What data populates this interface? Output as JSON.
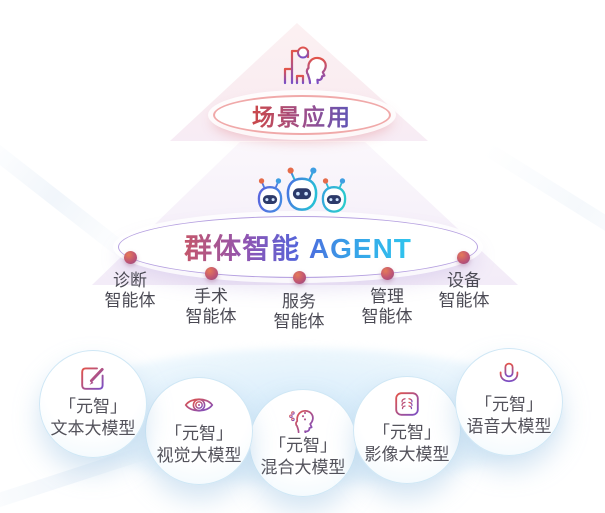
{
  "layers": {
    "scene": {
      "label": "场景应用",
      "icon": "hospital-person-icon"
    },
    "swarm": {
      "label": "群体智能 AGENT",
      "icon": "robot-trio-icon"
    }
  },
  "agents": [
    {
      "name": "诊断",
      "suffix": "智能体"
    },
    {
      "name": "手术",
      "suffix": "智能体"
    },
    {
      "name": "服务",
      "suffix": "智能体"
    },
    {
      "name": "管理",
      "suffix": "智能体"
    },
    {
      "name": "设备",
      "suffix": "智能体"
    }
  ],
  "models": [
    {
      "brand": "「元智」",
      "name": "文本大模型",
      "icon": "compose-pen-icon"
    },
    {
      "brand": "「元智」",
      "name": "视觉大模型",
      "icon": "eye-icon"
    },
    {
      "brand": "「元智」",
      "name": "混合大模型",
      "icon": "head-circuit-icon"
    },
    {
      "brand": "「元智」",
      "name": "影像大模型",
      "icon": "xray-scan-icon"
    },
    {
      "brand": "「元智」",
      "name": "语音大模型",
      "icon": "microphone-icon"
    }
  ],
  "colors": {
    "scene_text_gradient": [
      "#c8494e",
      "#9b4f8e",
      "#5c55b8"
    ],
    "swarm_text_gradient": [
      "#c5566a",
      "#8e55b4",
      "#4f66dd",
      "#2fc6ee"
    ],
    "icon_gradient": [
      "#e2544a",
      "#7a4fc6"
    ],
    "robot_gradient": [
      "#5b63de",
      "#28bdd6",
      "#2bc9cd"
    ],
    "scene_ring": "#f0a9a9",
    "swarm_ring": "#b5a0e0",
    "node_dot": "#b85a76",
    "agent_text": "#4b4a54",
    "model_text": "#53525b",
    "model_ring": "#cfe7f5",
    "antenna_left": "#e56b4a",
    "antenna_right": "#3f9ee2"
  }
}
